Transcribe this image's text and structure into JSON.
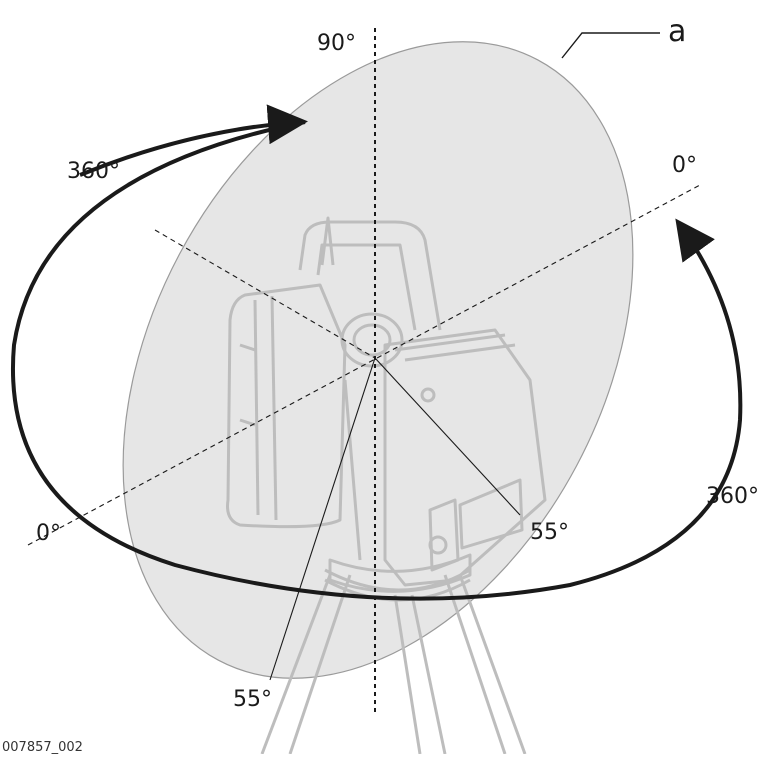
{
  "figure": {
    "callout_letter": "a",
    "figure_id": "007857_002",
    "labels": {
      "vertical_90": "90°",
      "horizontal_360_left": "360°",
      "horizontal_360_right": "360°",
      "zero_upper_right": "0°",
      "zero_lower_left": "0°",
      "angle_55_right": "55°",
      "angle_55_bottom": "55°"
    }
  },
  "colors": {
    "scan_plane_fill": "#e6e6e6",
    "scan_plane_stroke": "#9a9a9a",
    "arrow": "#1a1a1a",
    "instrument_outline": "#bdbdbd"
  }
}
